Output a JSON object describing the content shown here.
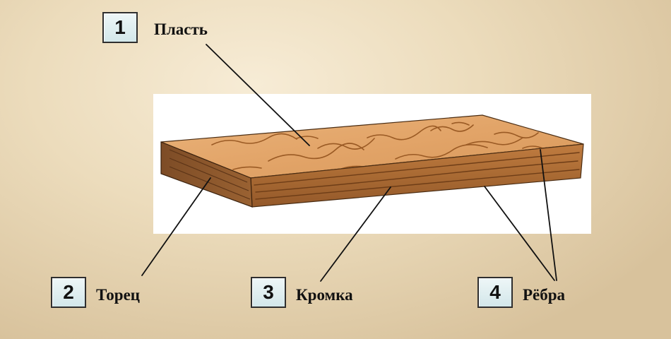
{
  "labels": [
    {
      "number": "1",
      "term": "Пласть"
    },
    {
      "number": "2",
      "term": "Торец"
    },
    {
      "number": "3",
      "term": "Кромка"
    },
    {
      "number": "4",
      "term": "Рёбра"
    }
  ],
  "colors": {
    "background_light": "#f7ecd6",
    "background_dark": "#d8c29c",
    "number_box_fill": "#d3e7ea",
    "wood_face": "#e3a56a",
    "wood_edge": "#b07038",
    "wood_end": "#8f5a2e",
    "leader_line": "#111111"
  }
}
